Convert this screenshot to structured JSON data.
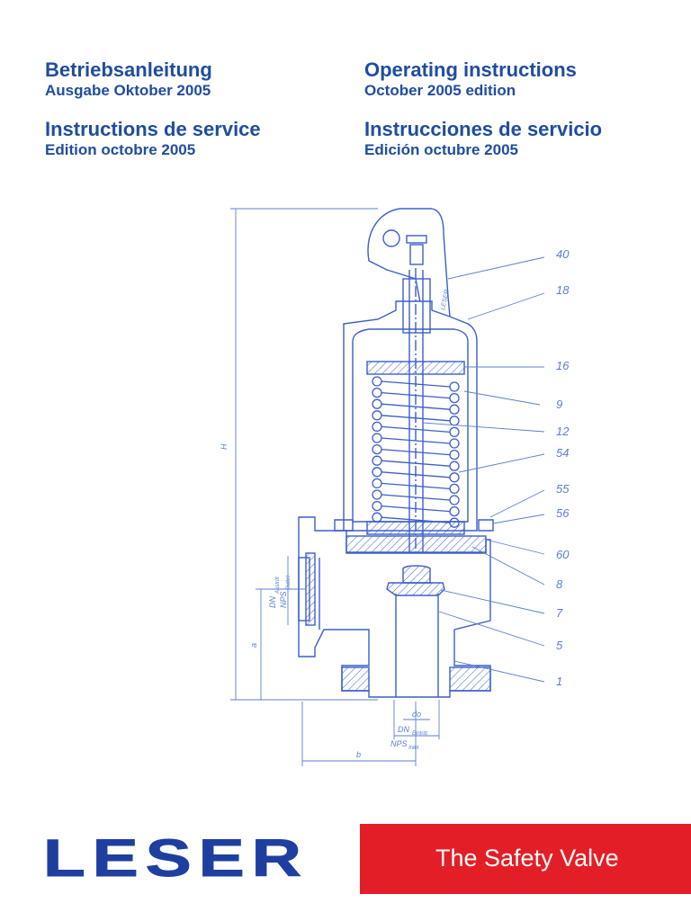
{
  "headings": {
    "de": {
      "title": "Betriebsanleitung",
      "edition": "Ausgabe Oktober 2005"
    },
    "en": {
      "title": "Operating instructions",
      "edition": "October 2005 edition"
    },
    "fr": {
      "title": "Instructions de service",
      "edition": "Edition octobre 2005"
    },
    "es": {
      "title": "Instrucciones de servicio",
      "edition": "Edición octubre 2005"
    }
  },
  "drawing": {
    "part_labels": [
      "40",
      "18",
      "16",
      "9",
      "12",
      "54",
      "55",
      "56",
      "60",
      "8",
      "7",
      "5",
      "1"
    ],
    "dimension_labels": {
      "height": "H",
      "a": "a",
      "b": "b",
      "do": "do",
      "dn_outlet": "DN",
      "dn_outlet_sub": "Austritt",
      "nps_outlet": "NPS",
      "nps_outlet_sub": "Outlet",
      "dn_inlet": "DN",
      "dn_inlet_sub": "Eintritt",
      "nps_inlet": "NPS",
      "nps_inlet_sub": "Inlet"
    },
    "cap_marking": "LESER",
    "line_color": "#3b5fc8",
    "label_color": "#5b7fd0"
  },
  "footer": {
    "logo": "LESER",
    "tagline": "The Safety Valve",
    "band_color": "#e41e26",
    "logo_color": "#1f3fa0"
  }
}
